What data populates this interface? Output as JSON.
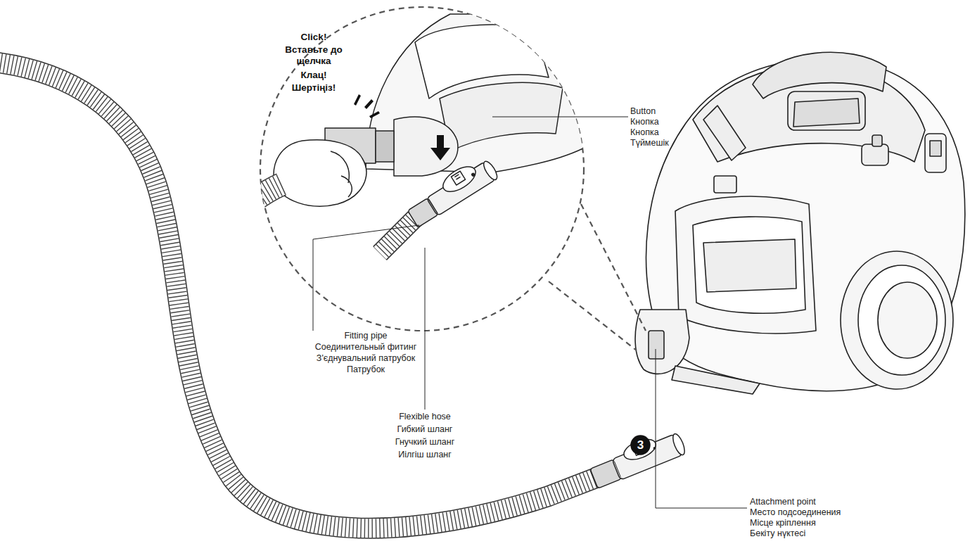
{
  "diagram": {
    "nodes": [
      {
        "text": [
          "3"
        ]
      }
    ],
    "labels": [
      "Click!",
      "Вставьте до щелчка",
      "Клац!",
      "Шертіңіз!",
      "Button",
      "Кнопка",
      "Кнопка",
      "Түймешік",
      "Fitting pipe",
      "Соединительный фитинг",
      "З'єднувальний патрубок",
      "Патрубок",
      "Flexible hose",
      "Гибкий шланг",
      "Гнучкий шланг",
      "Иілгіш шланг",
      "Attachment point",
      "Место подсоединения",
      "Місце кріплення",
      "Бекіту нүктесі"
    ]
  }
}
